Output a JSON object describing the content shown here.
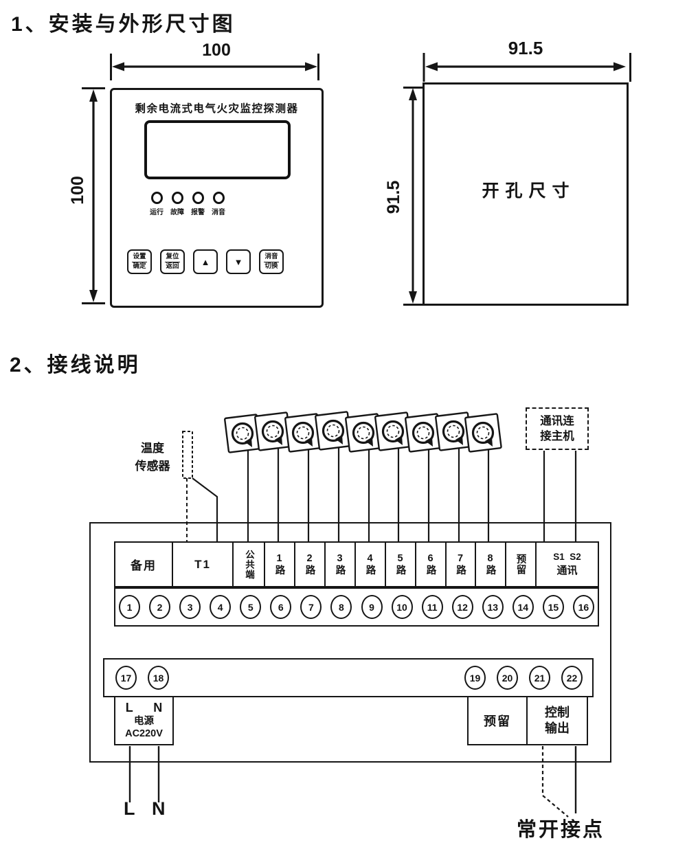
{
  "section1": {
    "title": "1、安装与外形尺寸图",
    "panel": {
      "title": "剩余电流式电气火灾监控探测器",
      "leds": [
        {
          "label": "运行"
        },
        {
          "label": "故障"
        },
        {
          "label": "报警"
        },
        {
          "label": "消音"
        }
      ],
      "buttons": {
        "set_top": "设置",
        "set_bottom": "确定",
        "reset_top": "复位",
        "reset_bottom": "返回",
        "up_glyph": "▲",
        "down_glyph": "▼",
        "mute_top": "消音",
        "mute_bottom": "切换"
      },
      "width_dim": "100",
      "height_dim": "100"
    },
    "cutout": {
      "label": "开孔尺寸",
      "width_dim": "91.5",
      "height_dim": "91.5"
    }
  },
  "section2": {
    "title": "2、接线说明",
    "temp_sensor": {
      "line1": "温度",
      "line2": "传感器"
    },
    "comm_host": {
      "line1": "通讯连",
      "line2": "接主机"
    },
    "cells": [
      {
        "text": "备用"
      },
      {
        "text": "T1"
      },
      {
        "text": "公共端"
      },
      {
        "text": "1路"
      },
      {
        "text": "2路"
      },
      {
        "text": "3路"
      },
      {
        "text": "4路"
      },
      {
        "text": "5路"
      },
      {
        "text": "6路"
      },
      {
        "text": "7路"
      },
      {
        "text": "8路"
      },
      {
        "text": "预留"
      }
    ],
    "comm_cell": {
      "line1": "S1  S2",
      "line2": "通讯"
    },
    "top_terminals": [
      "1",
      "2",
      "3",
      "4",
      "5",
      "6",
      "7",
      "8",
      "9",
      "10",
      "11",
      "12",
      "13",
      "14",
      "15",
      "16"
    ],
    "bottom_left_terminals": [
      "17",
      "18"
    ],
    "bottom_right_terminals": [
      "19",
      "20",
      "21",
      "22"
    ],
    "power_box": {
      "l": "L",
      "n": "N",
      "label": "电源",
      "voltage": "AC220V"
    },
    "reserved_box": "预留",
    "control_box": {
      "line1": "控制",
      "line2": "输出"
    },
    "mains": {
      "l": "L",
      "n": "N"
    },
    "no_contact_label": "常开接点"
  }
}
